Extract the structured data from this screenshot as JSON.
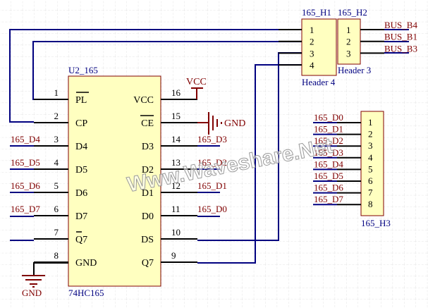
{
  "colors": {
    "wire": "#000080",
    "pin": "#000000",
    "body_fill": "#ffffc0",
    "body_stroke": "#800000",
    "net_label": "#800000",
    "designator": "#000080",
    "power": "#800000",
    "grid": "#e6e6e6"
  },
  "u2": {
    "designator": "U2_165",
    "part": "74HC165",
    "left_pins": [
      {
        "num": "1",
        "name": "PL",
        "overline": true,
        "net": ""
      },
      {
        "num": "2",
        "name": "CP",
        "overline": false,
        "net": ""
      },
      {
        "num": "3",
        "name": "D4",
        "overline": false,
        "net": "165_D4"
      },
      {
        "num": "4",
        "name": "D5",
        "overline": false,
        "net": "165_D5"
      },
      {
        "num": "5",
        "name": "D6",
        "overline": false,
        "net": "165_D6"
      },
      {
        "num": "6",
        "name": "D7",
        "overline": false,
        "net": "165_D7"
      },
      {
        "num": "7",
        "name": "Q7",
        "overline": true,
        "net": ""
      },
      {
        "num": "8",
        "name": "GND",
        "overline": false,
        "net": ""
      }
    ],
    "right_pins": [
      {
        "num": "16",
        "name": "VCC",
        "overline": false,
        "net": ""
      },
      {
        "num": "15",
        "name": "CE",
        "overline": true,
        "net": ""
      },
      {
        "num": "14",
        "name": "D3",
        "overline": false,
        "net": "165_D3"
      },
      {
        "num": "13",
        "name": "D2",
        "overline": false,
        "net": "165_D2"
      },
      {
        "num": "12",
        "name": "D1",
        "overline": false,
        "net": "165_D1"
      },
      {
        "num": "11",
        "name": "D0",
        "overline": false,
        "net": "165_D0"
      },
      {
        "num": "10",
        "name": "DS",
        "overline": false,
        "net": ""
      },
      {
        "num": "9",
        "name": "Q7",
        "overline": false,
        "net": ""
      }
    ]
  },
  "power": {
    "vcc": "VCC",
    "gnd_ce": "GND",
    "gnd_pin8": "GND"
  },
  "h1": {
    "designator": "165_H1",
    "part": "Header 4",
    "pins": [
      "1",
      "2",
      "3",
      "4"
    ]
  },
  "h2": {
    "designator": "165_H2",
    "part": "Header 3",
    "pins": [
      "1",
      "2",
      "3"
    ],
    "nets": [
      "BUS_B4",
      "BUS_B1",
      "BUS_B3"
    ]
  },
  "h3": {
    "designator": "165_H3",
    "pins": [
      "1",
      "2",
      "3",
      "4",
      "5",
      "6",
      "7",
      "8"
    ],
    "nets": [
      "165_D0",
      "165_D1",
      "165_D2",
      "165_D3",
      "165_D4",
      "165_D5",
      "165_D6",
      "165_D7"
    ]
  },
  "watermark": "Www.Waveshare.Net"
}
